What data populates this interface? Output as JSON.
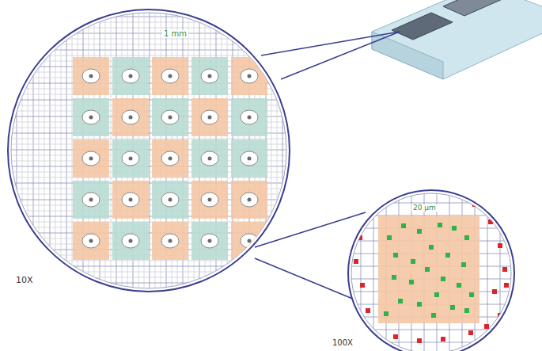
{
  "diagram": {
    "labels": [
      "1 mm",
      "10X",
      "20 µm",
      "100X"
    ]
  }
}
